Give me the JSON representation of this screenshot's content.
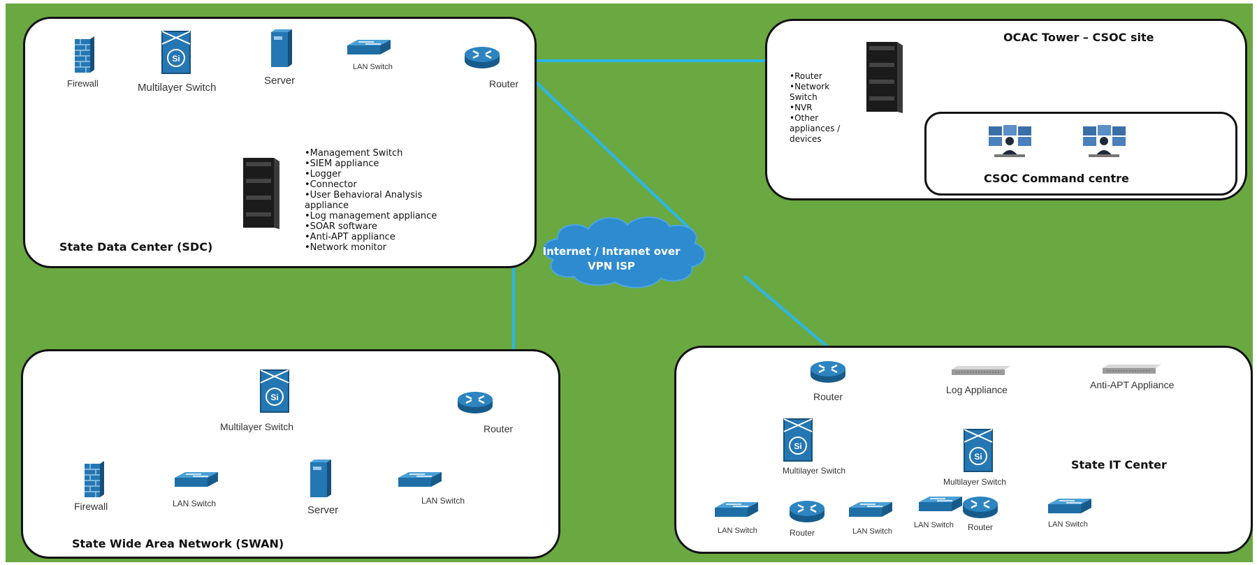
{
  "colors": {
    "background": "#6aa842",
    "link": "#29b6e8",
    "connector": "#9ccc65",
    "device": "#1f6fa6"
  },
  "sdc": {
    "title": "State Data Center (SDC)",
    "devices": {
      "firewall": "Firewall",
      "multilayer_switch": "Multilayer Switch",
      "server": "Server",
      "lan_switch": "LAN Switch",
      "router": "Router"
    },
    "rack_items": [
      "Management Switch",
      "SIEM appliance",
      "Logger",
      "Connector",
      "User Behavioral Analysis appliance",
      "Log management appliance",
      "SOAR software",
      "Anti-APT appliance",
      "Network monitor"
    ]
  },
  "csoc": {
    "title": "OCAC Tower – CSOC site",
    "rack_items": [
      "Router",
      "Network Switch",
      "NVR",
      "Other appliances / devices"
    ],
    "command_centre": "CSOC Command centre"
  },
  "cloud": {
    "line1": "Internet / Intranet over",
    "line2": "VPN ISP"
  },
  "swan": {
    "title": "State Wide Area Network (SWAN)",
    "devices": {
      "multilayer_switch": "Multilayer Switch",
      "router": "Router",
      "firewall": "Firewall",
      "lan_switch_1": "LAN Switch",
      "server": "Server",
      "lan_switch_2": "LAN Switch"
    }
  },
  "sitc": {
    "title": "State IT Center",
    "devices": {
      "router": "Router",
      "log_appliance": "Log Appliance",
      "anti_apt": "Anti-APT Appliance",
      "ml_switch_1": "Multilayer Switch",
      "ml_switch_2": "Multilayer Switch",
      "lan_switch_1": "LAN Switch",
      "router_2": "Router",
      "lan_switch_2": "LAN Switch",
      "lan_switch_3": "LAN Switch",
      "router_3": "Router",
      "lan_switch_4": "LAN Switch"
    }
  }
}
